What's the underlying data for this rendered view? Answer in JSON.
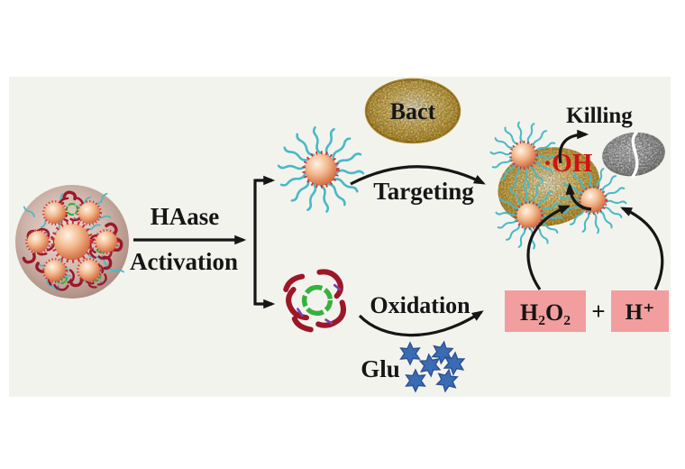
{
  "labels": {
    "haase": "HAase",
    "activation": "Activation",
    "bact": "Bact",
    "targeting": "Targeting",
    "killing": "Killing",
    "hydroxyl_radical": "·OH",
    "oxidation": "Oxidation",
    "glucose": "Glu",
    "hydrogen_peroxide": "H₂O₂",
    "plus_sign": "+",
    "proton": "H⁺"
  },
  "colors": {
    "background": "#f3f3ee",
    "text_black": "#161616",
    "oh_red": "#cf1212",
    "reactant_box_pink": "#f29e9e",
    "glucose_star_blue": "#3a6cb4",
    "bacterium_gold": "#d9b856",
    "dead_bacterium_gray": "#a9a9a9",
    "nanoparticle_orange": "#d97a52",
    "polymer_chain_cyan": "#49b9c6",
    "enzyme_red": "#9c1728",
    "enzyme_green": "#35b23c"
  },
  "icons": {
    "ha_nanoassembly": "large-dusty-rose-sphere-packed-with-nanoparticles-enzymes-and-polymer-chains",
    "released_nanoparticle": "orange-sphere-with-red-dotted-rim-and-cyan-polymer-chains",
    "released_enzyme": "red-ribbon-protein-with-green-ring-core",
    "bacterium": "gold-textured-oval",
    "dead_bacterium": "gray-textured-oval-with-white-crack",
    "glucose_star": "blue-six-pointed-star"
  }
}
